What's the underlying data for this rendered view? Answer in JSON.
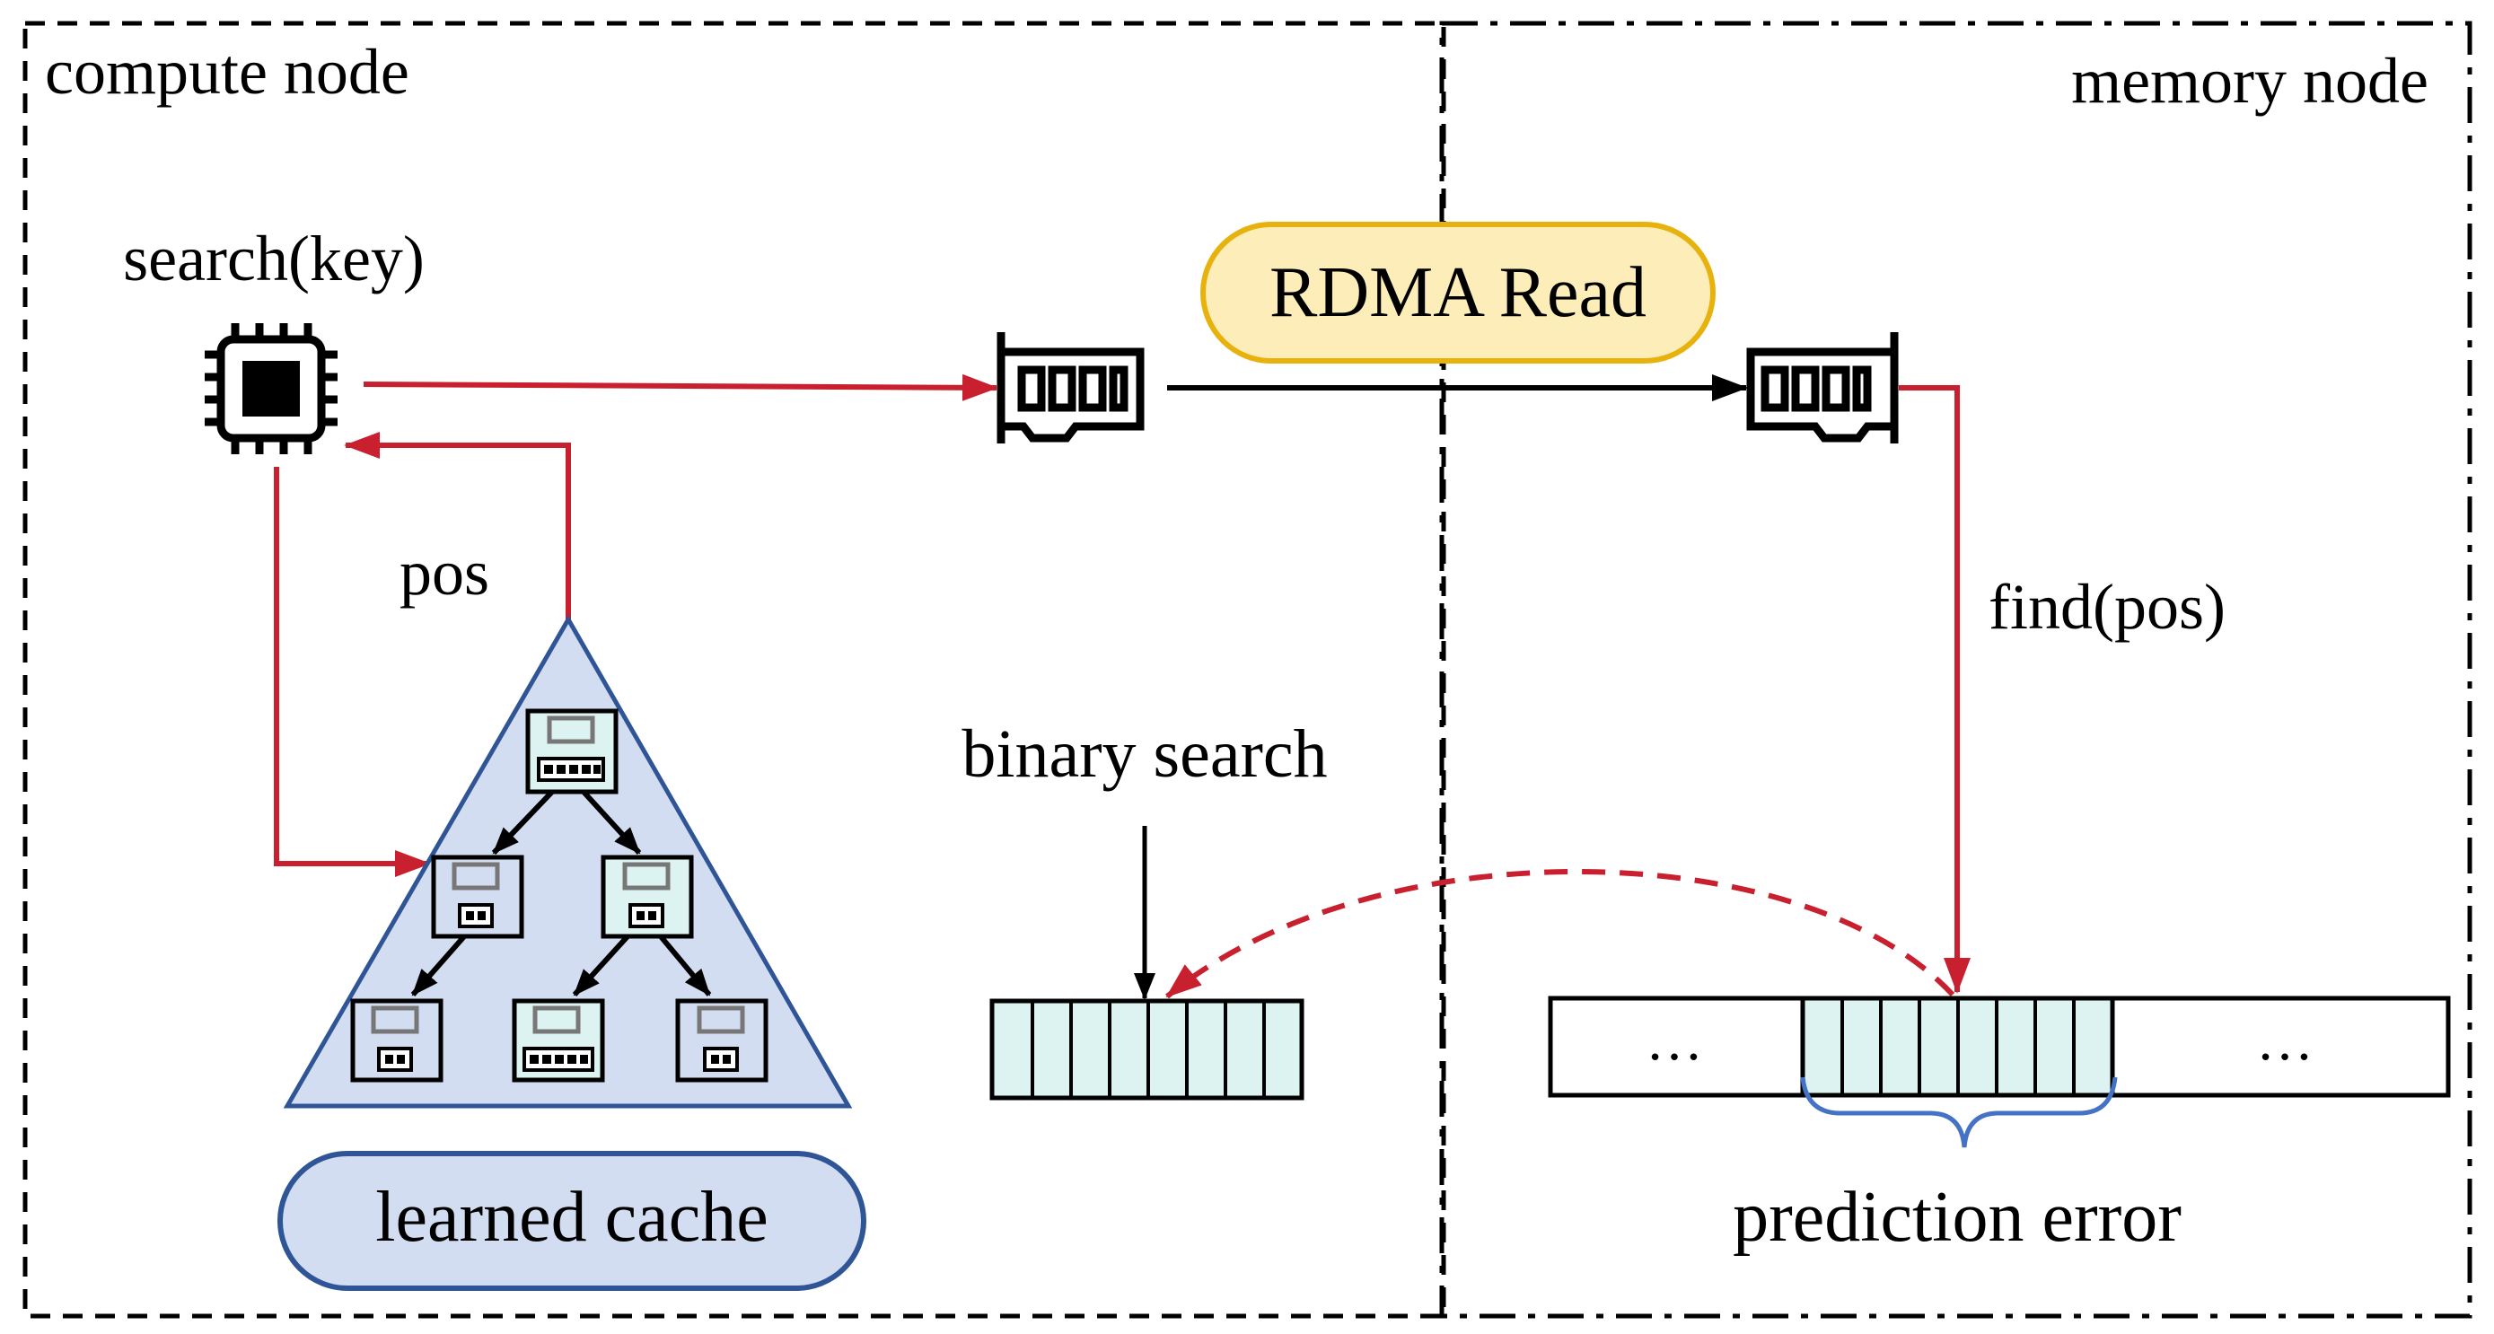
{
  "regions": {
    "compute": "compute node",
    "memory": "memory node"
  },
  "labels": {
    "search": "search(key)",
    "rdma": "RDMA Read",
    "pos": "pos",
    "find": "find(pos)",
    "binary_search": "binary search",
    "learned_cache": "learned cache",
    "prediction_error": "prediction error",
    "ellipsis_left": "…",
    "ellipsis_right": "…"
  },
  "colors": {
    "red_arrow": "#c8202f",
    "black": "#000000",
    "rdma_fill": "#fdeeb9",
    "rdma_stroke": "#e8b20e",
    "cache_fill": "#d3ddf1",
    "cache_stroke": "#2f5597",
    "cell_fill": "#ddf3f1",
    "brace": "#4472c4"
  },
  "icons": {
    "cpu": "cpu-chip-icon",
    "nic": "network-card-icon",
    "model_node": "model-node-icon"
  }
}
